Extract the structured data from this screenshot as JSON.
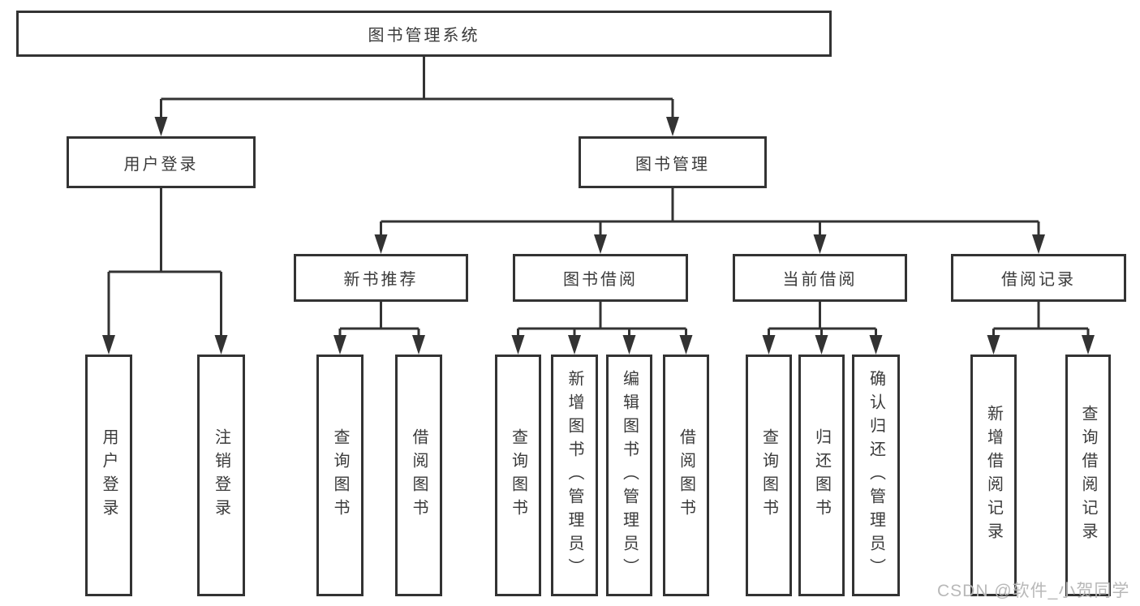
{
  "diagram": {
    "root": {
      "label": "图书管理系统"
    },
    "branches": [
      {
        "label": "用户登录",
        "leaves": [
          {
            "label": "用户登录"
          },
          {
            "label": "注销登录"
          }
        ]
      },
      {
        "label": "图书管理",
        "groups": [
          {
            "label": "新书推荐",
            "leaves": [
              {
                "label": "查询图书"
              },
              {
                "label": "借阅图书"
              }
            ]
          },
          {
            "label": "图书借阅",
            "leaves": [
              {
                "label": "查询图书"
              },
              {
                "label": "新增图书（管理员）"
              },
              {
                "label": "编辑图书（管理员）"
              },
              {
                "label": "借阅图书"
              }
            ]
          },
          {
            "label": "当前借阅",
            "leaves": [
              {
                "label": "查询图书"
              },
              {
                "label": "归还图书"
              },
              {
                "label": "确认归还（管理员）"
              }
            ]
          },
          {
            "label": "借阅记录",
            "leaves": [
              {
                "label": "新增借阅记录"
              },
              {
                "label": "查询借阅记录"
              }
            ]
          }
        ]
      }
    ]
  },
  "watermark": {
    "text": "CSDN @软件_小贺同学"
  },
  "colors": {
    "line": "#333333",
    "border": "#333333",
    "text": "#3a3a3a",
    "background": "#ffffff",
    "watermark": "#b8b8b8"
  }
}
